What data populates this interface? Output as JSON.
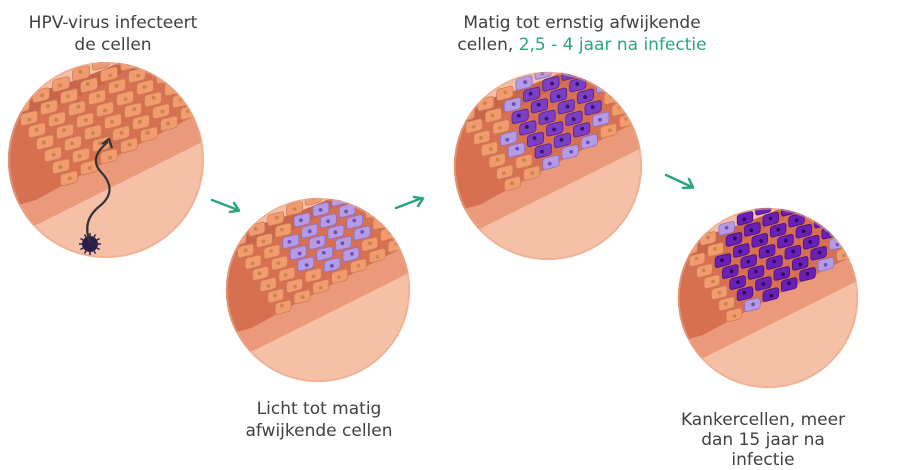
{
  "colors": {
    "accent": "#2aa57f",
    "text": "#404040",
    "healthy_cell": "#f29b6e",
    "tissue_light": "#f6c0a6",
    "abnormal_light": "#b59be3",
    "abnormal_dark": "#7b3fc4",
    "cancer": "#6a1fb5"
  },
  "stages": [
    {
      "label_lines": [
        "HPV-virus infecteert",
        "de cellen"
      ],
      "icon": "hpv-virus-icon"
    },
    {
      "label_lines": [
        "Licht tot matig",
        "afwijkende cellen"
      ]
    },
    {
      "label_line1": "Matig tot ernstig afwijkende",
      "label_line2_prefix": "cellen, ",
      "label_line2_accent": "2,5 - 4 jaar na infectie"
    },
    {
      "label_lines": [
        "Kankercellen, meer",
        "dan 15 jaar na",
        "infectie"
      ]
    }
  ],
  "arrows": [
    "arrow-right-icon",
    "arrow-right-icon",
    "arrow-right-icon"
  ]
}
